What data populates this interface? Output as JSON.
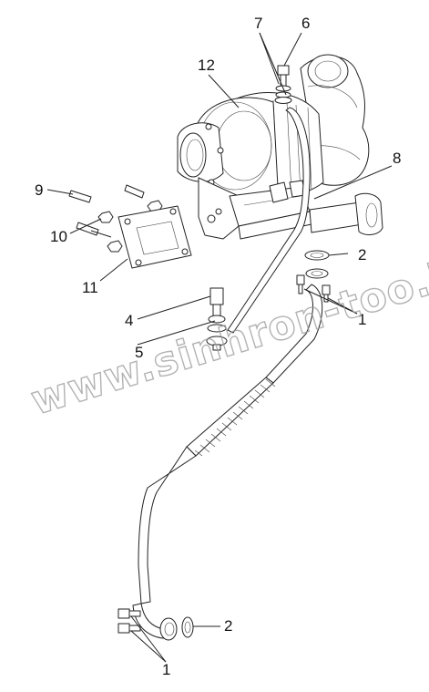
{
  "watermark": "www.sinhron-too.kz",
  "callouts": {
    "c1_top": "1",
    "c1_bottom": "1",
    "c2_top": "2",
    "c2_bottom": "2",
    "c4": "4",
    "c5": "5",
    "c6": "6",
    "c7": "7",
    "c8": "8",
    "c9": "9",
    "c10": "10",
    "c11": "11",
    "c12": "12"
  }
}
